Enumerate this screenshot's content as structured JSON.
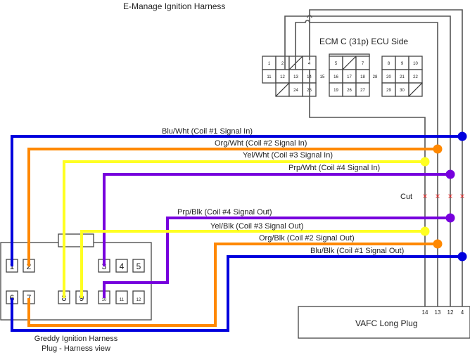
{
  "title": "E-Manage Ignition Harness",
  "ecm": {
    "label": "ECM C (31p) ECU Side",
    "pins": [
      "1",
      "2",
      "4",
      "11",
      "12",
      "13",
      "14",
      "15",
      "24",
      "25",
      "5",
      "7",
      "16",
      "17",
      "18",
      "19",
      "26",
      "27",
      "28",
      "8",
      "9",
      "10",
      "20",
      "21",
      "22",
      "29",
      "30"
    ]
  },
  "vafc": {
    "label": "VAFC Long Plug",
    "pins": [
      "14",
      "13",
      "12",
      "4"
    ]
  },
  "cut_label": "Cut",
  "greddy": {
    "caption_line1": "Greddy Ignition Harness",
    "caption_line2": "Plug - Harness view",
    "pins": [
      "1",
      "2",
      "3",
      "4",
      "5",
      "6",
      "7",
      "8",
      "9",
      "10",
      "11",
      "12"
    ]
  },
  "wires": [
    {
      "name": "Blu/Wht (Coil #1 Signal In)",
      "color": "#0000dd",
      "greddy_pin": "1",
      "vafc_pin": "4"
    },
    {
      "name": "Org/Wht (Coil #2 Signal In)",
      "color": "#ff8800",
      "greddy_pin": "2",
      "vafc_pin": "13"
    },
    {
      "name": "Yel/Wht (Coil #3 Signal In)",
      "color": "#ffff22",
      "greddy_pin": "8",
      "vafc_pin": "14"
    },
    {
      "name": "Prp/Wht (Coil #4 Signal In)",
      "color": "#7700dd",
      "greddy_pin": "3",
      "vafc_pin": "12"
    },
    {
      "name": "Prp/Blk (Coil #4 Signal Out)",
      "color": "#7700dd",
      "greddy_pin": "10",
      "vafc_pin": "12"
    },
    {
      "name": "Yel/Blk (Coil #3 Signal Out)",
      "color": "#ffff22",
      "greddy_pin": "9",
      "vafc_pin": "14"
    },
    {
      "name": "Org/Blk (Coil #2 Signal Out)",
      "color": "#ff8800",
      "greddy_pin": "7",
      "vafc_pin": "13"
    },
    {
      "name": "Blu/Blk (Coil #1 Signal Out)",
      "color": "#0000dd",
      "greddy_pin": "6",
      "vafc_pin": "4"
    }
  ],
  "cut_marker_color": "#ee2222"
}
